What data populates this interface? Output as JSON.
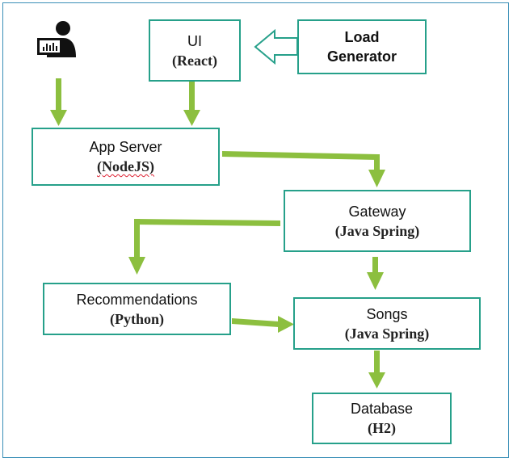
{
  "nodes": {
    "ui": {
      "title": "UI",
      "subtitle": "(React)"
    },
    "load_generator": {
      "title": "Load",
      "subtitle": "Generator"
    },
    "app_server": {
      "title": "App Server",
      "subtitle": "(NodeJS)"
    },
    "gateway": {
      "title": "Gateway",
      "subtitle": "(Java Spring)"
    },
    "recommendations": {
      "title": "Recommendations",
      "subtitle": "(Python)"
    },
    "songs": {
      "title": "Songs",
      "subtitle": "(Java Spring)"
    },
    "database": {
      "title": "Database",
      "subtitle": "(H2)"
    }
  },
  "edges": [
    {
      "from": "user",
      "to": "app_server"
    },
    {
      "from": "ui",
      "to": "app_server"
    },
    {
      "from": "load_generator",
      "to": "ui"
    },
    {
      "from": "app_server",
      "to": "gateway"
    },
    {
      "from": "gateway",
      "to": "recommendations"
    },
    {
      "from": "gateway",
      "to": "songs"
    },
    {
      "from": "recommendations",
      "to": "songs"
    },
    {
      "from": "songs",
      "to": "database"
    }
  ],
  "icons": {
    "user": "user-at-computer-icon"
  },
  "colors": {
    "box_border": "#26a08a",
    "arrow": "#8cbf3f",
    "frame": "#3a8fb7"
  }
}
